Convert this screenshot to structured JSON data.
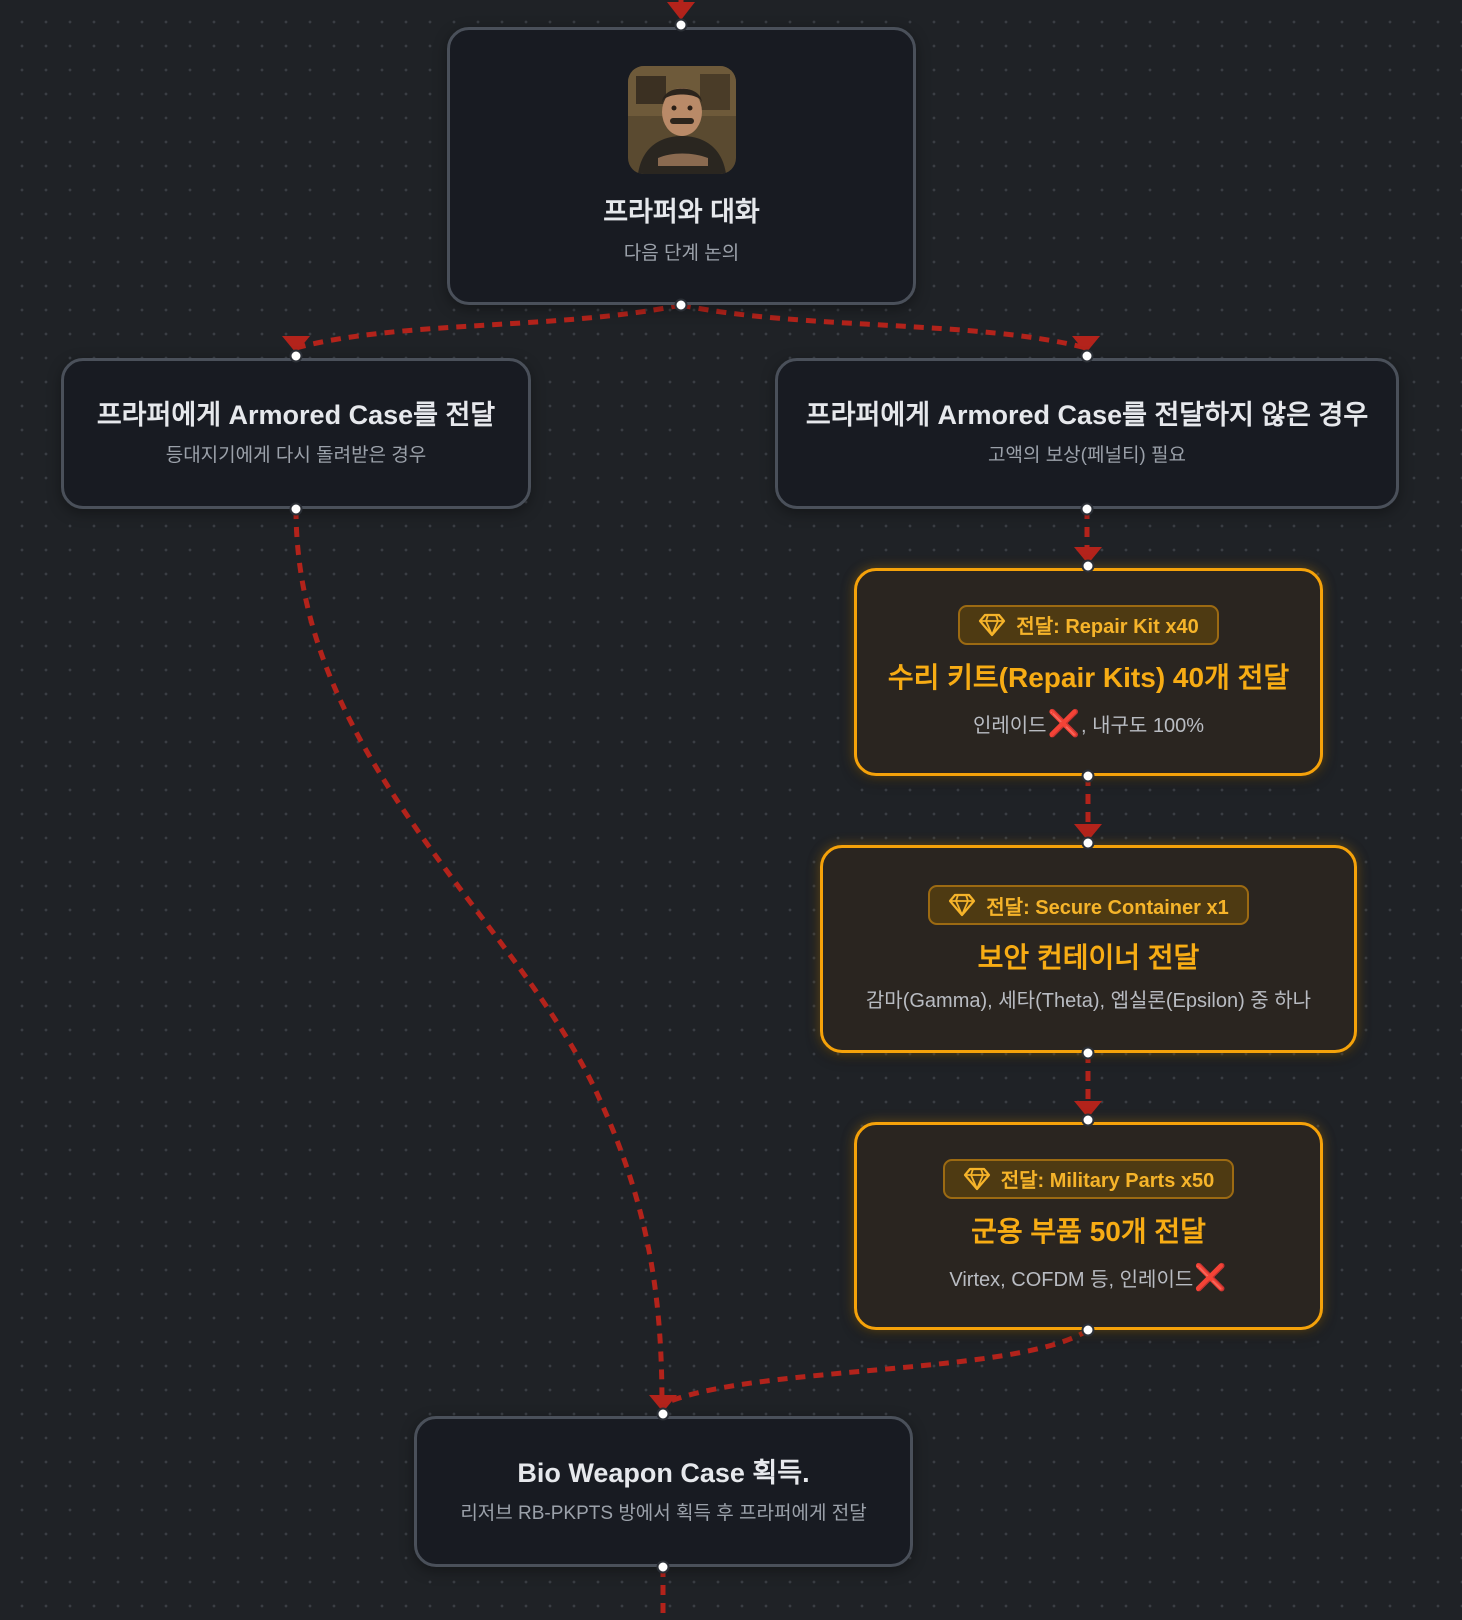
{
  "nodes": {
    "prapor_talk": {
      "title": "프라퍼와 대화",
      "subtitle": "다음 단계 논의",
      "avatar_icon": "trader-portrait-icon"
    },
    "give_case": {
      "title": "프라퍼에게 Armored Case를 전달",
      "subtitle": "등대지기에게 다시 돌려받은 경우"
    },
    "no_case": {
      "title": "프라퍼에게 Armored Case를 전달하지 않은 경우",
      "subtitle": "고액의 보상(페널티) 필요"
    },
    "repair_kits": {
      "badge": "전달: Repair Kit x40",
      "title": "수리 키트(Repair Kits) 40개 전달",
      "subtitle_before": "인레이드",
      "subtitle_mark": "❌",
      "subtitle_after": ", 내구도 100%"
    },
    "secure_container": {
      "badge": "전달: Secure Container x1",
      "title": "보안 컨테이너 전달",
      "subtitle": "감마(Gamma), 세타(Theta), 엡실론(Epsilon) 중 하나"
    },
    "military_parts": {
      "badge": "전달: Military Parts x50",
      "title": "군용 부품 50개 전달",
      "subtitle_before": "Virtex, COFDM 등, 인레이드",
      "subtitle_mark": "❌"
    },
    "bio_weapon": {
      "title": "Bio Weapon Case 획득.",
      "subtitle": "리저브 RB-PKPTS 방에서 획득 후 프라퍼에게 전달"
    }
  },
  "colors": {
    "background": "#1f2226",
    "node_plain_bg": "#181b22",
    "node_plain_border": "#4a505a",
    "node_item_bg": "#2a2520",
    "node_item_border": "#f5a20a",
    "edge": "#b3231b",
    "badge_text": "#f6b42a",
    "x_mark": "#e0201c"
  },
  "badge_icon": "gem-icon"
}
